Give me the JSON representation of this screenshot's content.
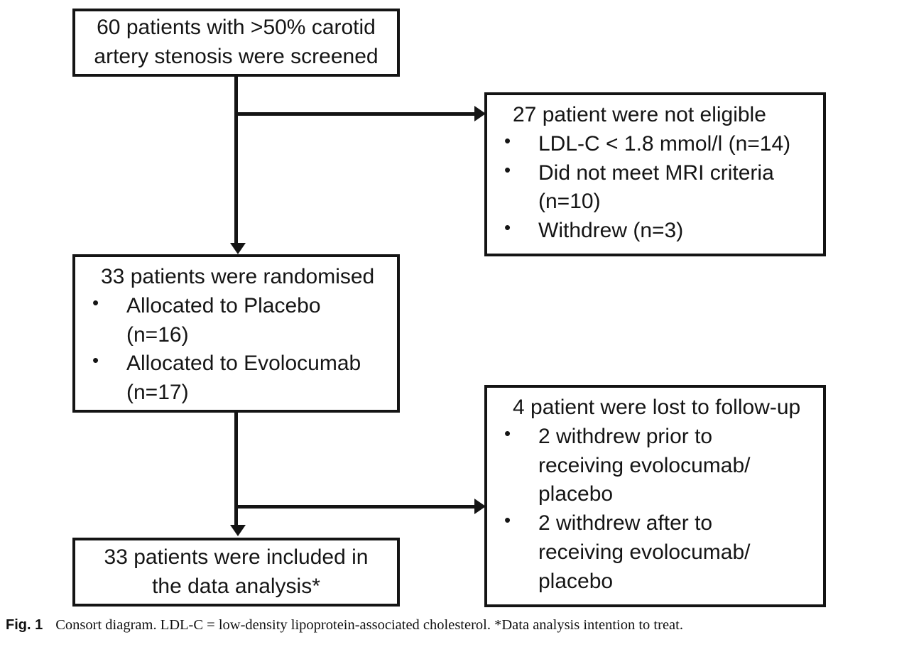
{
  "figure": {
    "caption_label": "Fig. 1",
    "caption_text": "Consort diagram. LDL-C = low-density lipoprotein-associated cholesterol. *Data analysis intention to treat."
  },
  "colors": {
    "stroke": "#141414",
    "text": "#151515",
    "background": "#ffffff"
  },
  "chart_data": {
    "type": "diagram",
    "title": "Consort diagram",
    "nodes": [
      {
        "id": "screened",
        "heading": "60 patients with >50% carotid artery stenosis were screened",
        "count": 60,
        "bullets": []
      },
      {
        "id": "ineligible",
        "heading": "27 patient were not eligible",
        "count": 27,
        "bullets": [
          "LDL-C < 1.8 mmol/l (n=14)",
          "Did not meet MRI criteria (n=10)",
          "Withdrew (n=3)"
        ]
      },
      {
        "id": "randomised",
        "heading": "33 patients were randomised",
        "count": 33,
        "bullets": [
          "Allocated to Placebo (n=16)",
          "Allocated to Evolocumab (n=17)"
        ]
      },
      {
        "id": "lost",
        "heading": "4 patient were lost to follow-up",
        "count": 4,
        "bullets": [
          "2 withdrew prior to receiving evolocumab/ placebo",
          "2 withdrew after to receiving evolocumab/ placebo"
        ]
      },
      {
        "id": "analysis",
        "heading": "33 patients were included in the data analysis*",
        "count": 33,
        "bullets": []
      }
    ],
    "edges": [
      {
        "from": "screened",
        "to": "randomised",
        "kind": "vertical-arrow"
      },
      {
        "from": "screened",
        "to": "ineligible",
        "kind": "branch-right-arrow"
      },
      {
        "from": "randomised",
        "to": "analysis",
        "kind": "vertical-arrow"
      },
      {
        "from": "randomised",
        "to": "lost",
        "kind": "branch-right-arrow"
      }
    ]
  },
  "boxes": {
    "screened": {
      "heading_line1": "60 patients with >50% carotid",
      "heading_line2": "artery stenosis were screened"
    },
    "ineligible": {
      "heading": "27 patient were not eligible",
      "bullet1": "LDL-C < 1.8 mmol/l (n=14)",
      "bullet2": "Did not meet MRI criteria\n(n=10)",
      "bullet3": "Withdrew (n=3)"
    },
    "randomised": {
      "heading": "33 patients were randomised",
      "bullet1": "Allocated to Placebo\n(n=16)",
      "bullet2": "Allocated to Evolocumab\n(n=17)"
    },
    "lost": {
      "heading": "4 patient were lost to follow-up",
      "bullet1": "2 withdrew prior to\nreceiving evolocumab/\nplacebo",
      "bullet2": "2 withdrew after to\nreceiving evolocumab/\nplacebo"
    },
    "analysis": {
      "heading_line1": "33 patients were included in",
      "heading_line2": "the data analysis*"
    }
  }
}
